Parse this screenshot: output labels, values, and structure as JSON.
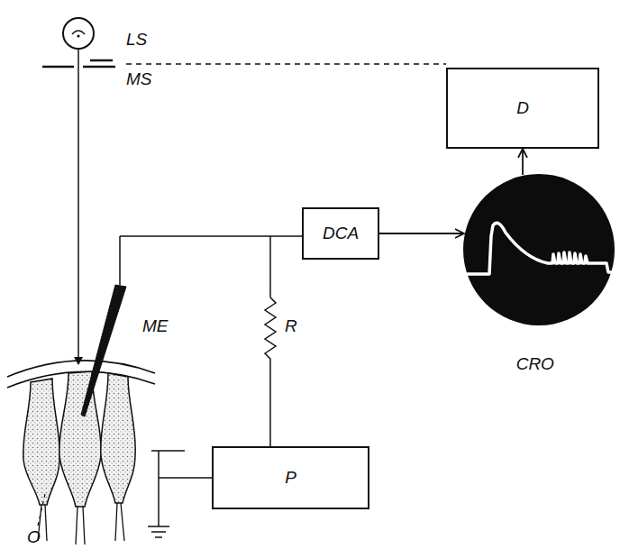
{
  "diagram": {
    "nodes": [
      {
        "text": [
          "D"
        ]
      },
      {
        "text": [
          "DCA"
        ]
      },
      {
        "text": [
          "CRO"
        ]
      },
      {
        "text": [
          "P"
        ]
      }
    ],
    "edges": [
      {
        "from": 1,
        "to": 2,
        "arrow": "to"
      },
      {
        "from": 2,
        "to": 0,
        "arrow": "to"
      }
    ],
    "labels": [
      "LS",
      "MS",
      "ME",
      "R",
      "O"
    ]
  }
}
